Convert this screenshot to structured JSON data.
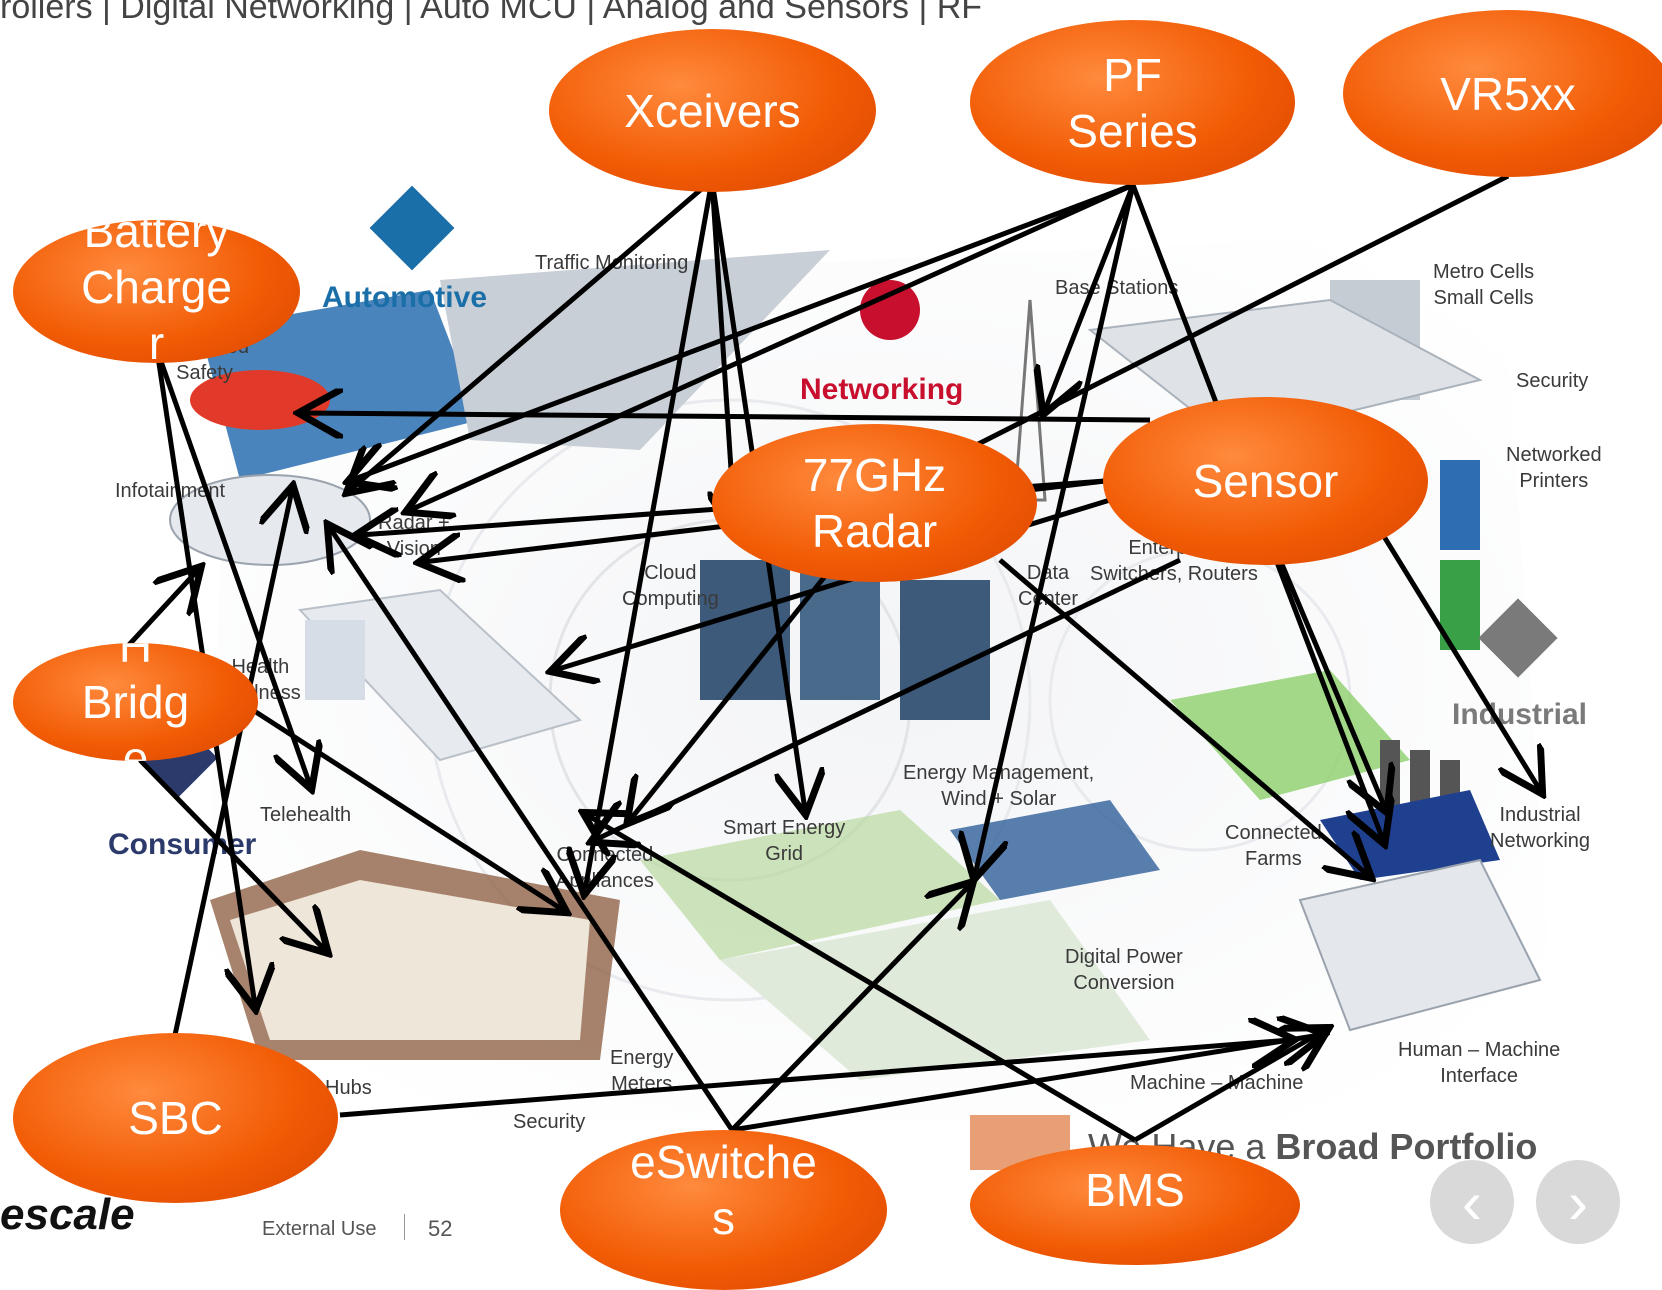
{
  "top_bar": "rollers  |  Digital Networking  |  Auto MCU  |  Analog and Sensors  |  RF",
  "sectors": {
    "automotive": "Automotive",
    "networking": "Networking",
    "consumer": "Consumer",
    "industrial": "Industrial"
  },
  "labels": {
    "traffic_monitoring": "Traffic Monitoring",
    "base_stations": "Base Stations",
    "metro_cells": "Metro Cells\nSmall Cells",
    "advanced_safety": "Advanced\nSafety",
    "security_top": "Security",
    "networked_printers": "Networked\nPrinters",
    "infotainment": "Infotainment",
    "radar_vision": "Radar +\nVision",
    "cloud_computing": "Cloud\nComputing",
    "data_center": "Data\nCenter",
    "enterprise_switchers": "Enterprise\nSwitchers, Routers",
    "health_wellness": "Health\nWellness",
    "telehealth": "Telehealth",
    "energy_management": "Energy Management,\nWind + Solar",
    "smart_energy_grid": "Smart Energy\nGrid",
    "connected_appliances": "Connected\nAppliances",
    "connected_farms": "Connected\nFarms",
    "industrial_networking": "Industrial\nNetworking",
    "digital_power": "Digital Power\nConversion",
    "energy_meters": "Energy\nMeters",
    "hubs": "Hubs",
    "security_bottom": "Security",
    "machine_to_machine": "Machine – Machine",
    "hmi": "Human – Machine\nInterface",
    "broad_portfolio_prefix": "We Have a ",
    "broad_portfolio_bold": "Broad Portfolio"
  },
  "bubbles": {
    "xceivers": "Xceivers",
    "pf_series": "PF\nSeries",
    "vr5xx": "VR5xx",
    "battery_charger": "Battery\nCharge\nr",
    "radar": "77GHz\nRadar",
    "sensor": "Sensor",
    "h_bridge": "H\nBridg\ne",
    "sbc": "SBC",
    "eswitches": "eSwitche\ns",
    "bms": "BMS"
  },
  "footer": {
    "brand": "escale",
    "classification": "External Use",
    "page_number": "52"
  },
  "colors": {
    "bubble": "#f25c05",
    "automotive": "#1b6fa8",
    "networking": "#c8102e",
    "consumer": "#2b3a6b",
    "industrial": "#7a7a7a",
    "arrow": "#000000"
  }
}
